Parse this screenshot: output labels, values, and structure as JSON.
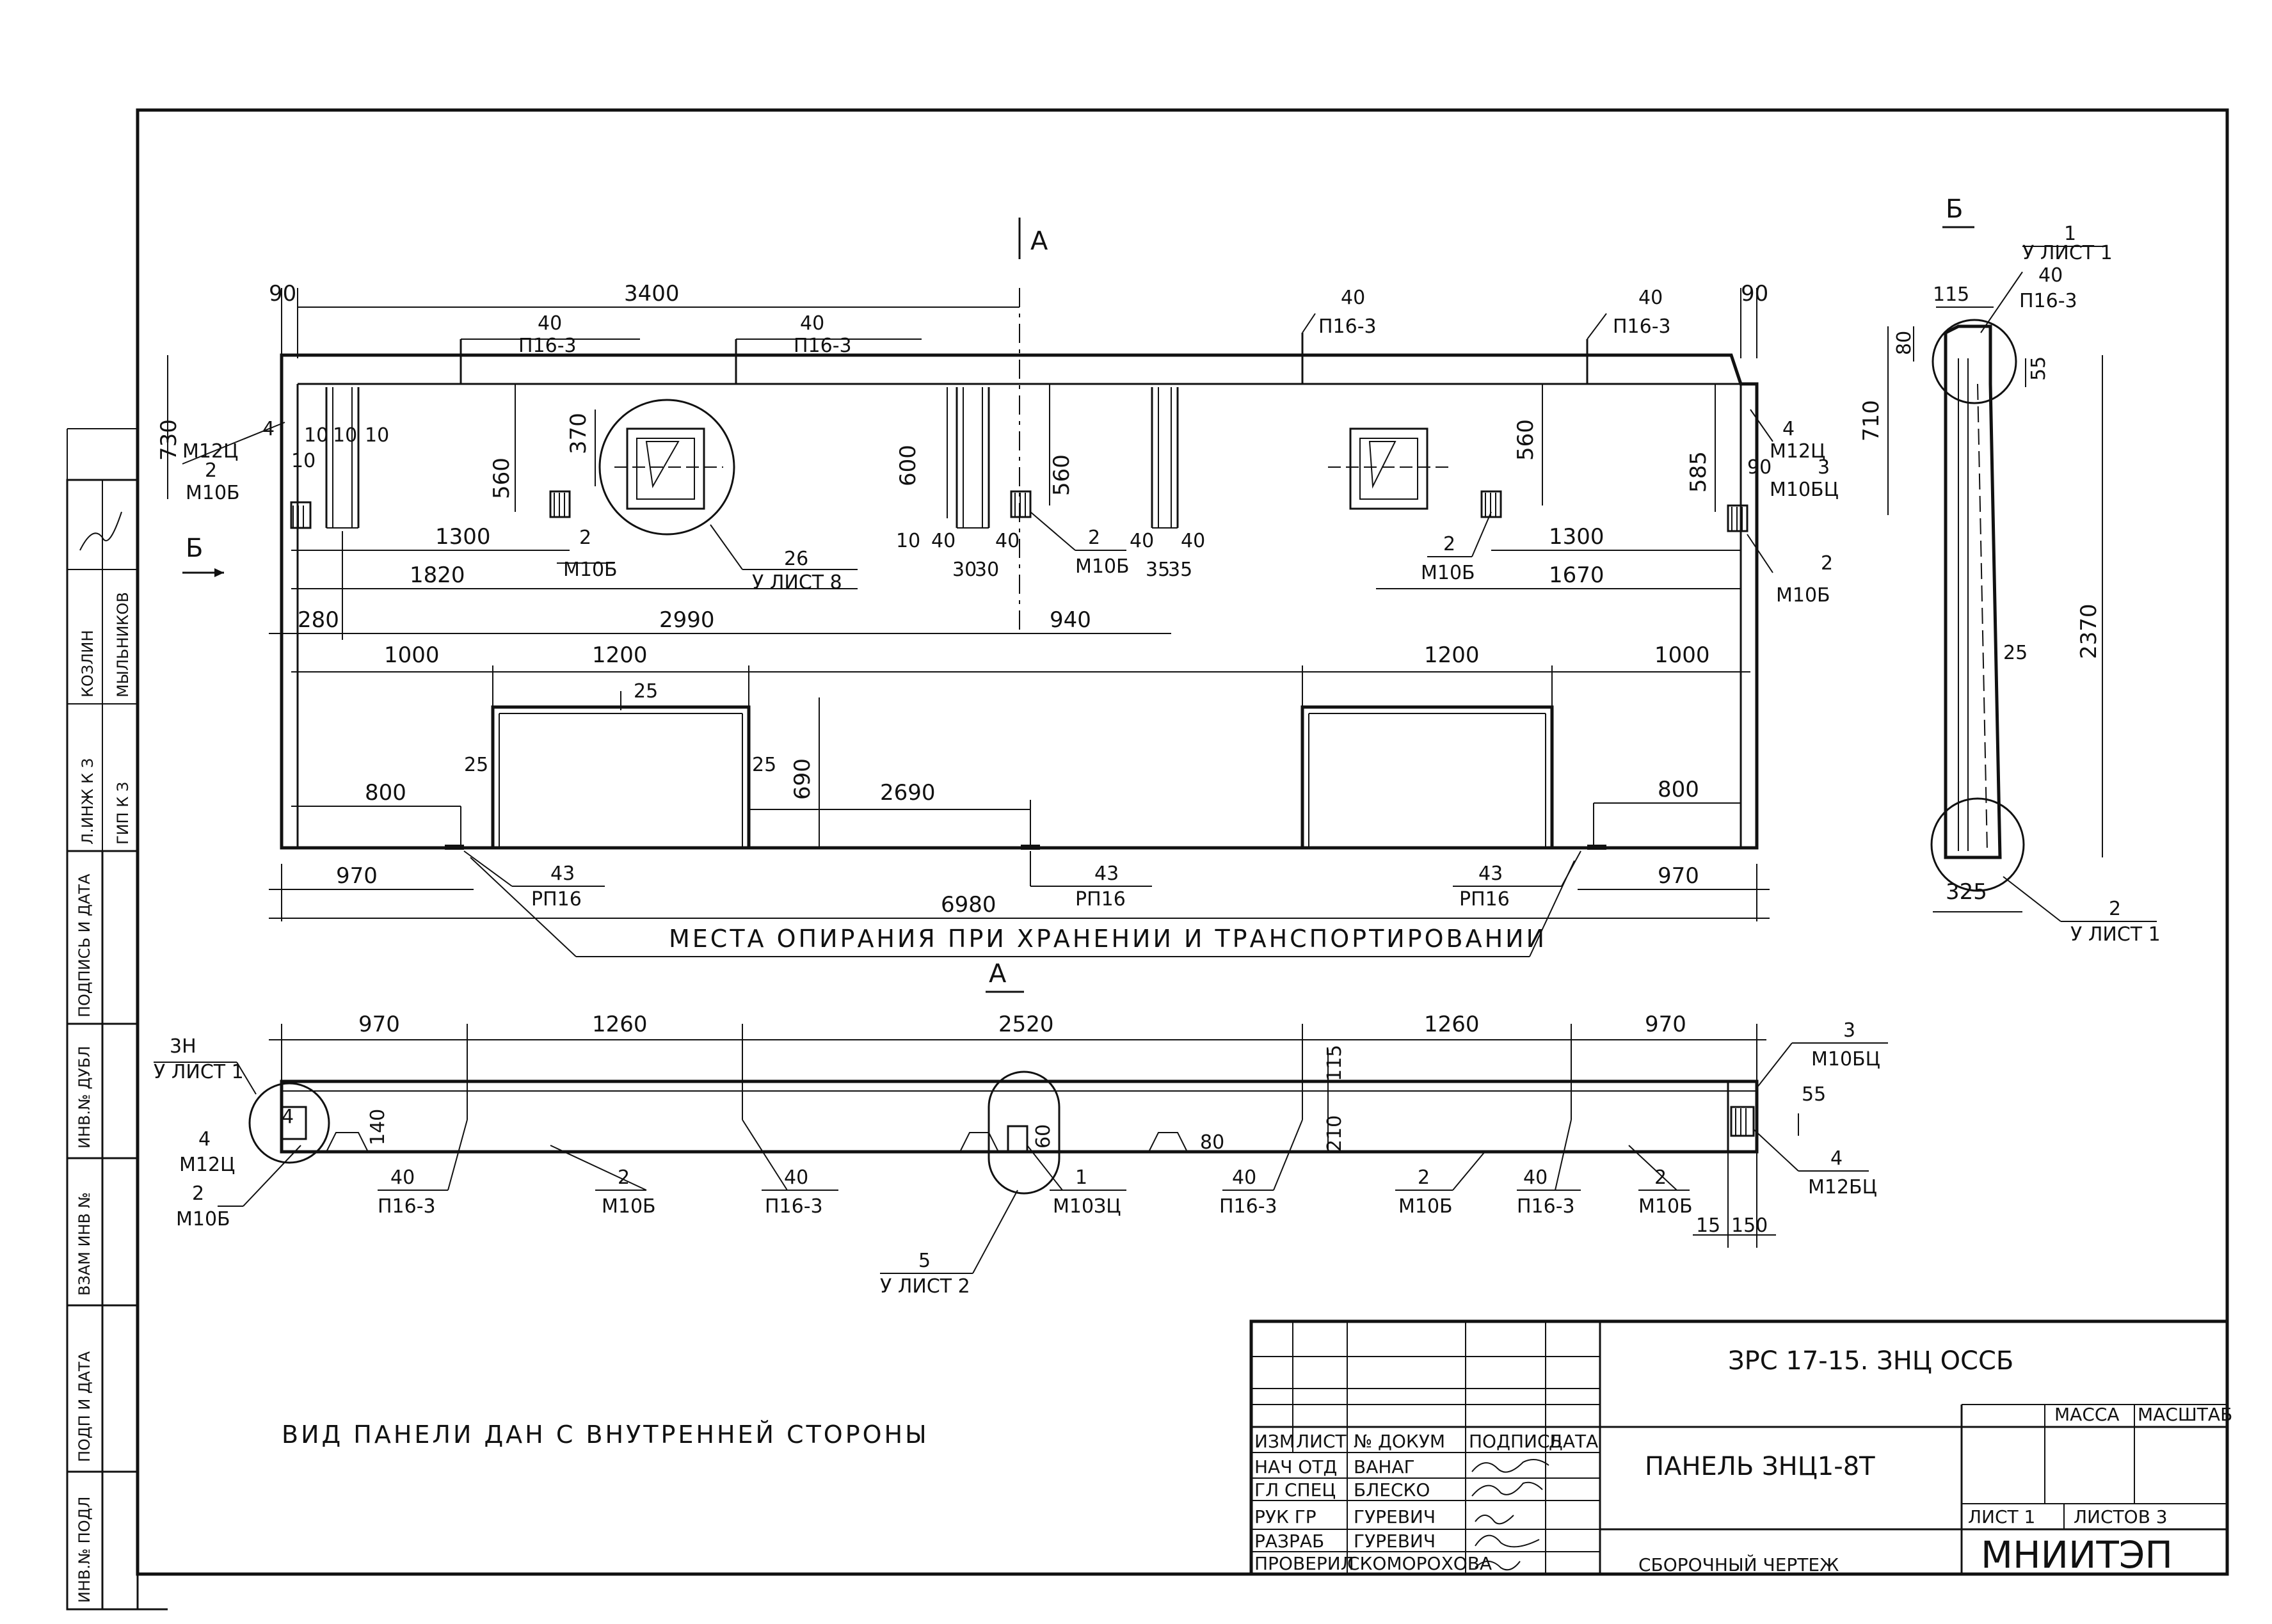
{
  "section_labels": {
    "a_top": "A",
    "a_bottom": "A",
    "b_arrow": "Б",
    "b_view": "Б"
  },
  "front_view": {
    "top_dims": [
      "90",
      "3400",
      "40",
      "40",
      "40",
      "40",
      "90"
    ],
    "top_sub": [
      "П16-3",
      "П16-3",
      "П16-3",
      "П16-3"
    ],
    "left_labels": [
      "4",
      "М12Ц",
      "2",
      "М10Б"
    ],
    "left_dims": [
      "730",
      "560",
      "370",
      "10",
      "10",
      "10",
      "10"
    ],
    "window_callout": [
      "26",
      "У ЛИСТ 8"
    ],
    "inner_dims": [
      "1300",
      "1820",
      "2990",
      "280",
      "600",
      "560",
      "10",
      "40",
      "40",
      "30",
      "30",
      "40",
      "40",
      "35",
      "35",
      "940"
    ],
    "inner_labels": [
      "2",
      "М10Б",
      "2",
      "М10Б"
    ],
    "right_inner_labels": [
      "2",
      "М10Б",
      "1300",
      "1670"
    ],
    "right_dims": [
      "560",
      "585"
    ],
    "right_labels": [
      "4",
      "М12Ц",
      "3",
      "М10БЦ",
      "2",
      "М10Б",
      "90"
    ],
    "lower_dims": [
      "1000",
      "1200",
      "25",
      "25",
      "25",
      "690",
      "800",
      "2690",
      "1200",
      "1000",
      "800"
    ],
    "bottom_dims": [
      "970",
      "6980",
      "970"
    ],
    "supports": [
      {
        "n": "43",
        "t": "РП16"
      },
      {
        "n": "43",
        "t": "РП16"
      },
      {
        "n": "43",
        "t": "РП16"
      }
    ],
    "support_note": "МЕСТА  ОПИРАНИЯ  ПРИ  ХРАНЕНИИ  И  ТРАНСПОРТИРОВАНИИ"
  },
  "side_view": {
    "callout_top": [
      "1",
      "У ЛИСТ 1"
    ],
    "dims": [
      "115",
      "40",
      "П16-3",
      "80",
      "55",
      "710",
      "2370",
      "25",
      "325"
    ],
    "callout_bottom": [
      "2",
      "У ЛИСТ 1"
    ]
  },
  "plan_view": {
    "top_dims": [
      "970",
      "1260",
      "2520",
      "1260",
      "970"
    ],
    "left_callout": [
      "3Н",
      "У ЛИСТ 1"
    ],
    "left_labels": [
      "4",
      "М12Ц",
      "2",
      "М10Б"
    ],
    "inner_dims": [
      "140",
      "115",
      "210",
      "60",
      "80",
      "55"
    ],
    "bottom_labels": [
      {
        "n": "40",
        "t": "П16-3"
      },
      {
        "n": "2",
        "t": "М10Б"
      },
      {
        "n": "40",
        "t": "П16-3"
      },
      {
        "n": "1",
        "t": "М10ЗЦ"
      },
      {
        "n": "40",
        "t": "П16-3"
      },
      {
        "n": "2",
        "t": "М10Б"
      },
      {
        "n": "40",
        "t": "П16-3"
      },
      {
        "n": "2",
        "t": "М10Б"
      }
    ],
    "right_labels": [
      "3",
      "М10БЦ",
      "4",
      "М12БЦ"
    ],
    "right_dims": [
      "15",
      "150"
    ],
    "callout_5": [
      "5",
      "У ЛИСТ 2"
    ]
  },
  "view_caption": "ВИД ПАНЕЛИ ДАН С ВНУТРЕННЕЙ СТОРОНЫ",
  "title_block": {
    "code": "ЗРС 17-15. ЗНЦ  ОССБ",
    "name": "ПАНЕЛЬ  ЗНЦ1-8Т",
    "sub": "СБОРОЧНЫЙ   ЧЕРТЕЖ",
    "org": "МНИИТЭП",
    "mass": "МАССА",
    "scale": "МАСШТАБ",
    "sheet": "ЛИСТ  1",
    "sheets": "ЛИСТОВ  3",
    "headers": [
      "ИЗМ",
      "ЛИСТ",
      "№ ДОКУМ",
      "ПОДПИСЬ",
      "ДАТА"
    ],
    "rows": [
      {
        "role": "НАЧ ОТД",
        "name": "ВАНАГ"
      },
      {
        "role": "ГЛ СПЕЦ",
        "name": "БЛЕСКО"
      },
      {
        "role": "РУК ГР",
        "name": "ГУРЕВИЧ"
      },
      {
        "role": "РАЗРАБ",
        "name": "ГУРЕВИЧ"
      },
      {
        "role": "ПРОВЕРИЛ",
        "name": "СКОМОРОХОВА"
      }
    ]
  },
  "side_stamp": {
    "cells": [
      "ИНВ.№ ПОДЛ",
      "ПОДП И ДАТА",
      "ВЗАМ ИНВ №",
      "ИНВ.№ ДУБЛ",
      "ПОДПИСЬ И ДАТА"
    ],
    "upper": [
      "ГИП  К З",
      "Л.ИНЖ К З",
      "МЫЛЬНИКОВ",
      "КОЗЛИН"
    ]
  }
}
